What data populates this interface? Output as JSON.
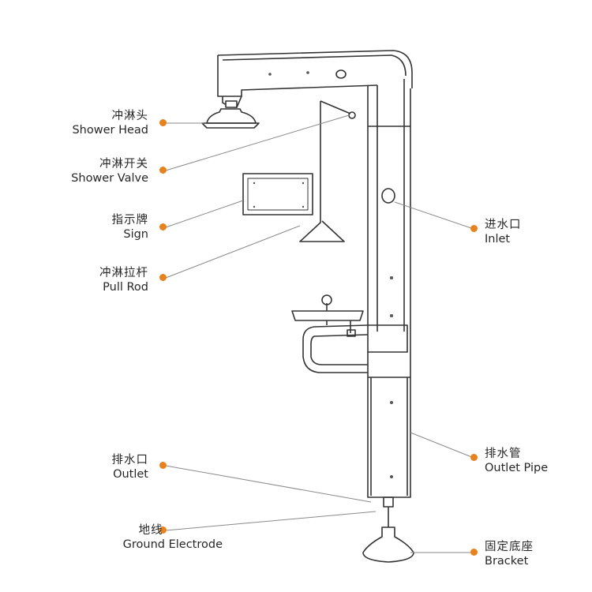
{
  "colors": {
    "accent": "#e8821e",
    "line": "#333333",
    "leader": "#8a8a8a"
  },
  "labels": {
    "shower_head": {
      "cn": "冲淋头",
      "en": "Shower Head"
    },
    "shower_valve": {
      "cn": "冲淋开关",
      "en": "Shower Valve"
    },
    "sign": {
      "cn": "指示牌",
      "en": "Sign"
    },
    "pull_rod": {
      "cn": "冲淋拉杆",
      "en": "Pull Rod"
    },
    "outlet": {
      "cn": "排水口",
      "en": "Outlet"
    },
    "ground_electrode": {
      "cn": "地线",
      "en": "Ground Electrode"
    },
    "inlet": {
      "cn": "进水口",
      "en": "Inlet"
    },
    "outlet_pipe": {
      "cn": "排水管",
      "en": "Outlet Pipe"
    },
    "bracket": {
      "cn": "固定底座",
      "en": "Bracket"
    }
  }
}
